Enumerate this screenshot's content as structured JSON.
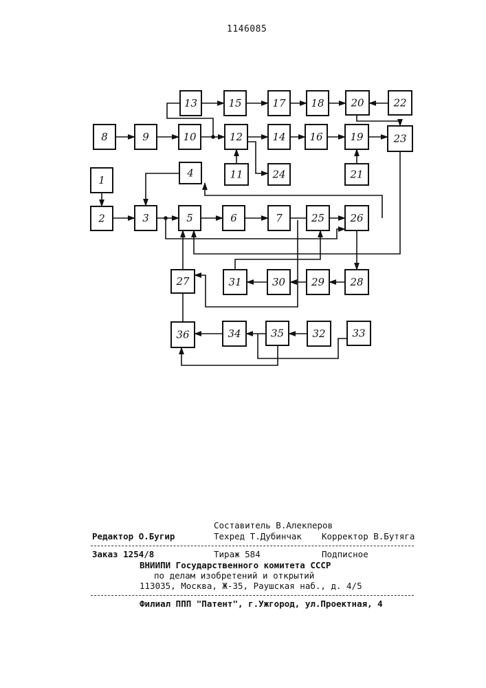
{
  "page_number": "1146085",
  "blocks": [
    {
      "id": "b1",
      "label": "1"
    },
    {
      "id": "b2",
      "label": "2"
    },
    {
      "id": "b3",
      "label": "3"
    },
    {
      "id": "b4",
      "label": "4"
    },
    {
      "id": "b5",
      "label": "5"
    },
    {
      "id": "b6",
      "label": "6"
    },
    {
      "id": "b7",
      "label": "7"
    },
    {
      "id": "b8",
      "label": "8"
    },
    {
      "id": "b9",
      "label": "9"
    },
    {
      "id": "b10",
      "label": "10"
    },
    {
      "id": "b11",
      "label": "11"
    },
    {
      "id": "b12",
      "label": "12"
    },
    {
      "id": "b13",
      "label": "13"
    },
    {
      "id": "b14",
      "label": "14"
    },
    {
      "id": "b15",
      "label": "15"
    },
    {
      "id": "b16",
      "label": "16"
    },
    {
      "id": "b17",
      "label": "17"
    },
    {
      "id": "b18",
      "label": "18"
    },
    {
      "id": "b19",
      "label": "19"
    },
    {
      "id": "b20",
      "label": "20"
    },
    {
      "id": "b21",
      "label": "21"
    },
    {
      "id": "b22",
      "label": "22"
    },
    {
      "id": "b23",
      "label": "23"
    },
    {
      "id": "b24",
      "label": "24"
    },
    {
      "id": "b25",
      "label": "25"
    },
    {
      "id": "b26",
      "label": "26"
    },
    {
      "id": "b27",
      "label": "27"
    },
    {
      "id": "b28",
      "label": "28"
    },
    {
      "id": "b29",
      "label": "29"
    },
    {
      "id": "b30",
      "label": "30"
    },
    {
      "id": "b31",
      "label": "31"
    },
    {
      "id": "b32",
      "label": "32"
    },
    {
      "id": "b33",
      "label": "33"
    },
    {
      "id": "b34",
      "label": "34"
    },
    {
      "id": "b35",
      "label": "35"
    },
    {
      "id": "b36",
      "label": "36"
    }
  ],
  "imprint": {
    "compiler": "Составитель В.Алекперов",
    "editor": "Редактор О.Бугир",
    "techred": "Техред Т.Дубинчак",
    "corrector": "Корректор В.Бутяга",
    "order": "Заказ 1254/8",
    "circulation": "Тираж 584",
    "subscription": "Подписное",
    "org_line1": "ВНИИПИ Государственного комитета СССР",
    "org_line2": "по делам изобретений и открытий",
    "address": "113035, Москва, Ж-35, Раушская наб., д. 4/5",
    "branch": "Филиал ППП \"Патент\", г.Ужгород, ул.Проектная, 4"
  }
}
